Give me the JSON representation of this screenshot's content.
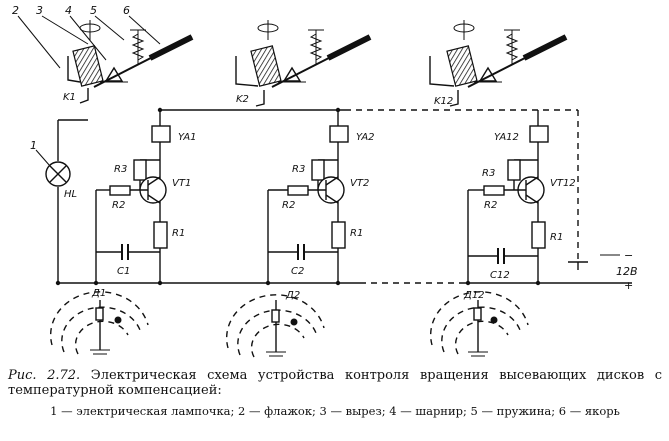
{
  "diagram": {
    "callouts": [
      "1",
      "2",
      "3",
      "4",
      "5",
      "6"
    ],
    "sensors": [
      {
        "contact": "K1",
        "relay": "YA1",
        "transistor": "VT1",
        "r3": "R3",
        "r2": "R2",
        "r1": "R1",
        "capacitor": "C1",
        "disk": "Д1"
      },
      {
        "contact": "K2",
        "relay": "YA2",
        "transistor": "VT2",
        "r3": "R3",
        "r2": "R2",
        "r1": "R1",
        "capacitor": "C2",
        "disk": "Д2"
      },
      {
        "contact": "K12",
        "relay": "YA12",
        "transistor": "VT12",
        "r3": "R3",
        "r2": "R2",
        "r1": "R1",
        "capacitor": "C12",
        "disk": "Д12"
      }
    ],
    "lamp_label": "HL",
    "supply": {
      "voltage": "12В",
      "minus": "−",
      "plus": "+"
    }
  },
  "caption": {
    "prefix": "Рис. 2.72.",
    "title": "Электрическая схема устройства контроля вращения высевающих дисков с температурной компенсацией:",
    "legend": "1 — электрическая лампочка; 2 — флажок; 3 — вырез; 4 — шарнир; 5 — пружина; 6 — якорь"
  }
}
